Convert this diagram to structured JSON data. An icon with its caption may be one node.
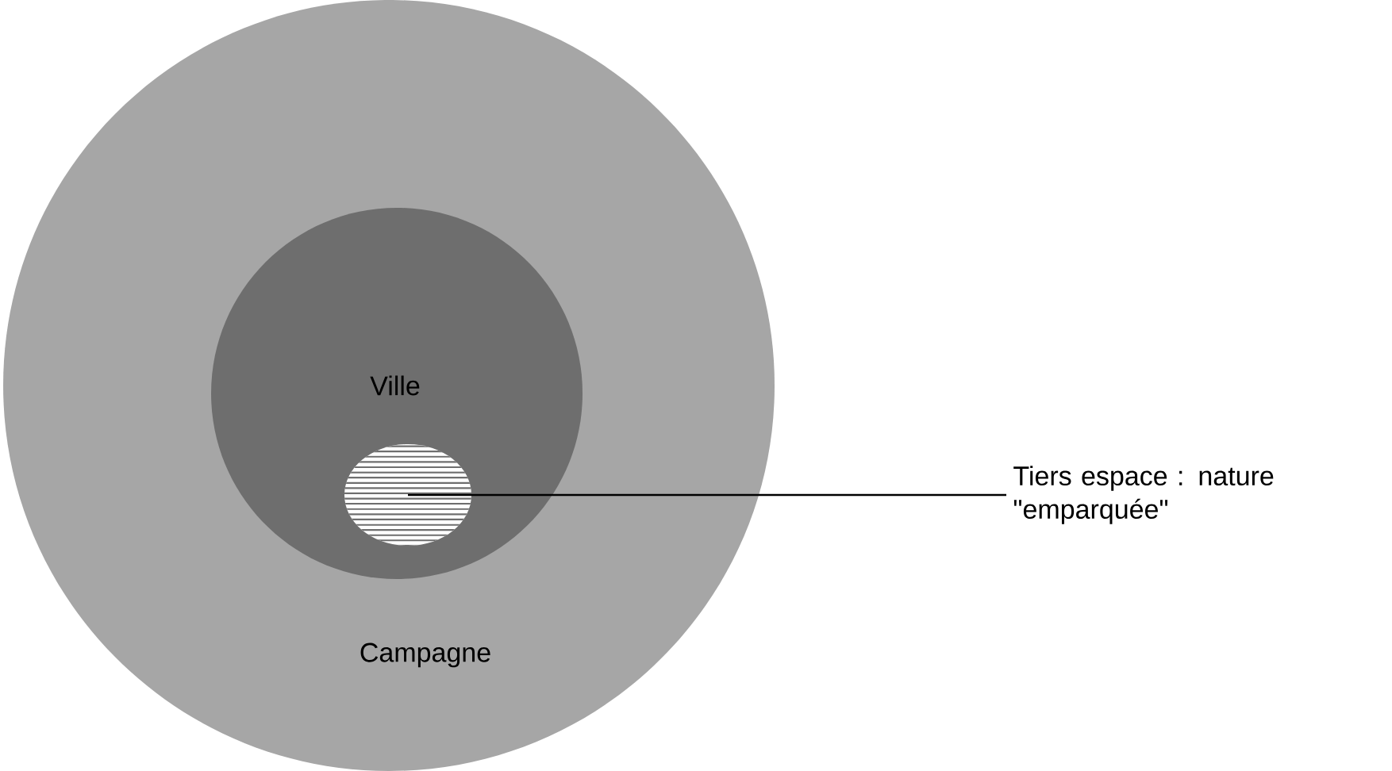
{
  "diagram": {
    "nodes": [
      {
        "text": [
          "Campagne"
        ]
      },
      {
        "text": [
          "Ville"
        ],
        "in": 0
      },
      {
        "text": [],
        "shape": "ellipse",
        "in": 1
      },
      {
        "text": [
          "Tiers espace : nature \"emparquée\""
        ]
      }
    ],
    "edges": [
      {
        "from": 3,
        "to": 2,
        "arrow": "none"
      }
    ]
  }
}
